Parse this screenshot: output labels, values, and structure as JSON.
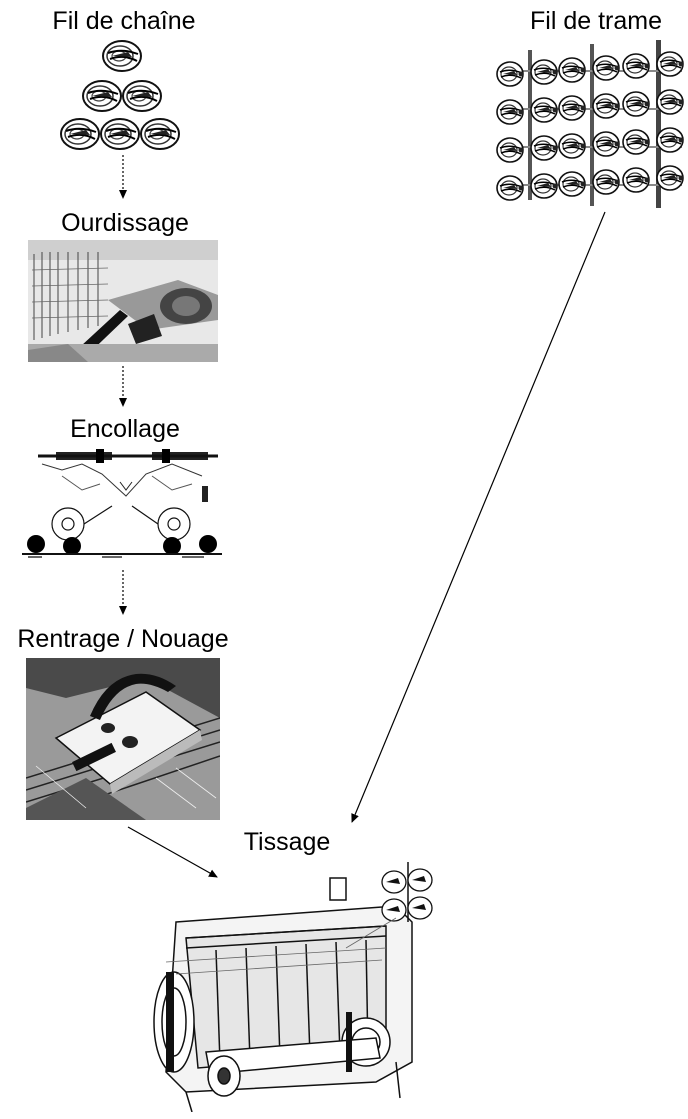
{
  "diagram": {
    "nodes": {
      "warp_yarn": "Fil de chaîne",
      "warping": "Ourdissage",
      "sizing": "Encollage",
      "drawing_in": "Rentrage / Nouage",
      "weft_yarn": "Fil de trame",
      "weaving": "Tissage"
    },
    "edges": [
      [
        "warp_yarn",
        "warping"
      ],
      [
        "warping",
        "sizing"
      ],
      [
        "sizing",
        "drawing_in"
      ],
      [
        "drawing_in",
        "weaving"
      ],
      [
        "weft_yarn",
        "weaving"
      ]
    ]
  }
}
